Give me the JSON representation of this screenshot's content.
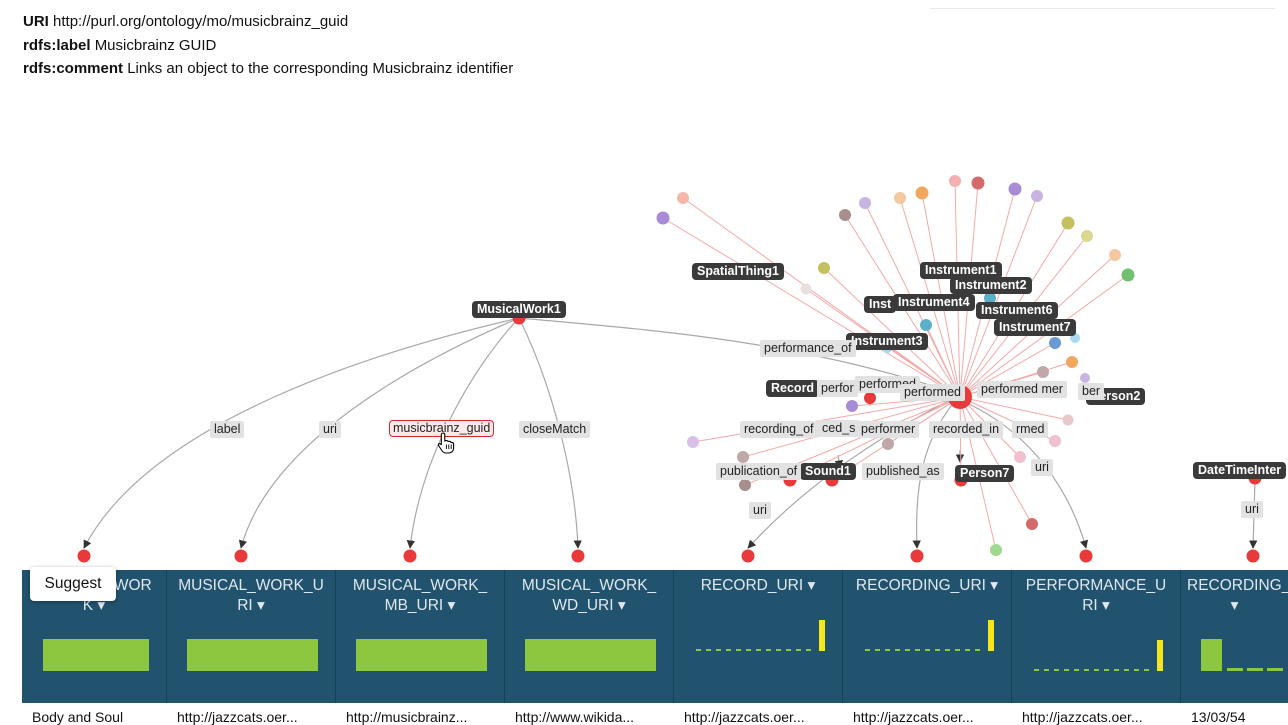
{
  "info": {
    "uri_key": "URI",
    "uri_value": "http://purl.org/ontology/mo/musicbrainz_guid",
    "label_key": "rdfs:label",
    "label_value": "Musicbrainz GUID",
    "comment_key": "rdfs:comment",
    "comment_value": "Links an object to the corresponding Musicbrainz identifier"
  },
  "graph": {
    "node_labels": [
      "MusicalWork1",
      "SpatialThing1",
      "Instrument1",
      "Instrument2",
      "Inst",
      "Instrument4",
      "Instrument6",
      "Instrument7",
      "Instrument3",
      "Record",
      "Person2",
      "Sound1",
      "Person7",
      "DateTimeInter"
    ],
    "edge_labels": [
      "label",
      "uri",
      "musicbrainz_guid",
      "closeMatch",
      "performance_of",
      "perfor",
      "performed",
      "performed",
      "performed mer",
      "ber",
      "recording_of",
      "ced_s",
      "performer",
      "recorded_in",
      "rmed",
      "publication_of",
      "published_as",
      "uri",
      "uri",
      "uri"
    ],
    "selected_edge": "musicbrainz_guid",
    "colors": {
      "node_red": "#e83a3a",
      "edge_gray": "#9a9a9a",
      "edge_pink": "#f2a0a0",
      "selected": "#d9262b"
    }
  },
  "suggest_label": "Suggest",
  "table": {
    "header_bg": "#21526e",
    "columns": [
      {
        "title": "MUSICAL_WOR\nK ▾",
        "viz": "bar",
        "cell": "Body and Soul"
      },
      {
        "title": "MUSICAL_WORK_U\nRI ▾",
        "viz": "bar",
        "cell": "http://jazzcats.oer..."
      },
      {
        "title": "MUSICAL_WORK_\nMB_URI ▾",
        "viz": "bar",
        "cell": "http://musicbrainz..."
      },
      {
        "title": "MUSICAL_WORK_\nWD_URI ▾",
        "viz": "bar",
        "cell": "http://www.wikida..."
      },
      {
        "title": "RECORD_URI ▾",
        "viz": "dashes",
        "cell": "http://jazzcats.oer..."
      },
      {
        "title": "RECORDING_URI ▾",
        "viz": "dashes",
        "cell": "http://jazzcats.oer..."
      },
      {
        "title": "PERFORMANCE_U\nRI ▾",
        "viz": "dashes2",
        "cell": "http://jazzcats.oer..."
      },
      {
        "title": "RECORDING_\n▾",
        "viz": "hist",
        "cell": "13/03/54"
      }
    ],
    "colors": {
      "bar": "#8dc63f",
      "spike": "#f5e61a"
    }
  },
  "icons": {
    "cursor": "hand-pointer-icon"
  }
}
